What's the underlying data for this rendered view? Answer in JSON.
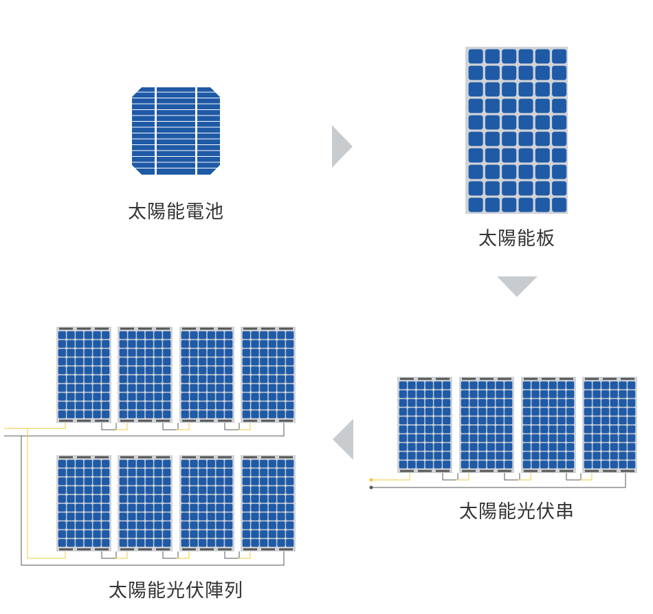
{
  "labels": {
    "cell": "太陽能電池",
    "panel": "太陽能板",
    "string": "太陽能光伏串",
    "array": "太陽能光伏陣列"
  },
  "colors": {
    "cell_blue": "#1f5aa6",
    "cell_line": "#ffffff",
    "panel_frame": "#cfd3d8",
    "arrow": "#c9cccf",
    "wire_yellow": "#f0c93a",
    "wire_dark": "#555555",
    "text": "#333333"
  }
}
